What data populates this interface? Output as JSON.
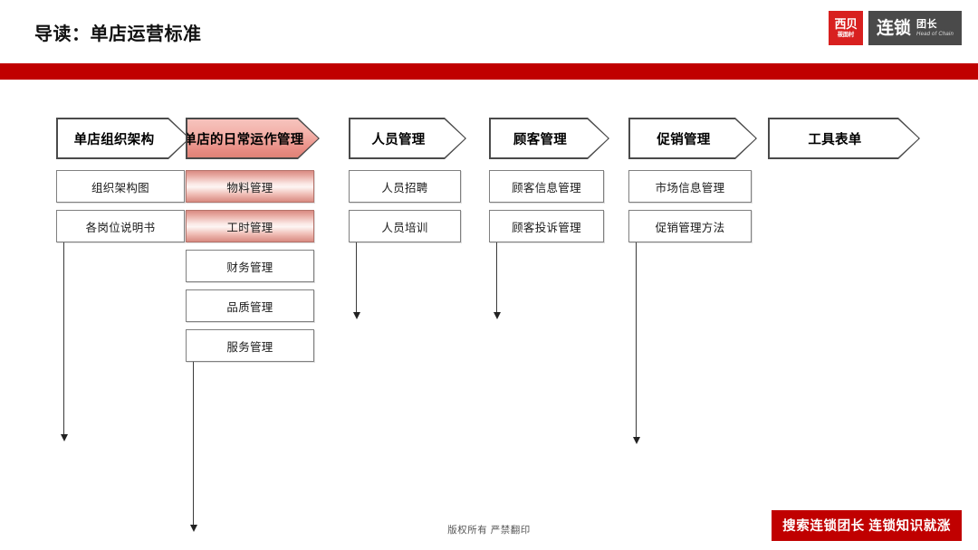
{
  "header": {
    "title": "导读：单店运营标准",
    "rule_color": "#c00000"
  },
  "logo": {
    "mark_top": "西贝",
    "mark_bottom": "莜面村",
    "word_main": "连锁",
    "word_side_cn": "团长",
    "word_side_en": "Head of Chain",
    "mark_color": "#d8201f",
    "word_bg_color": "#4a4a4a"
  },
  "flow": {
    "accent_color": "#e08276",
    "columns": [
      {
        "header": "单店组织架构",
        "accent": false,
        "items": [
          {
            "label": "组织架构图",
            "accent": false
          },
          {
            "label": "各岗位说明书",
            "accent": false
          }
        ]
      },
      {
        "header": "单店的日常运作管理",
        "accent": true,
        "items": [
          {
            "label": "物料管理",
            "accent": true
          },
          {
            "label": "工时管理",
            "accent": true
          },
          {
            "label": "财务管理",
            "accent": false
          },
          {
            "label": "品质管理",
            "accent": false
          },
          {
            "label": "服务管理",
            "accent": false
          }
        ]
      },
      {
        "header": "人员管理",
        "accent": false,
        "items": [
          {
            "label": "人员招聘",
            "accent": false
          },
          {
            "label": "人员培训",
            "accent": false
          }
        ]
      },
      {
        "header": "顾客管理",
        "accent": false,
        "items": [
          {
            "label": "顾客信息管理",
            "accent": false
          },
          {
            "label": "顾客投诉管理",
            "accent": false
          }
        ]
      },
      {
        "header": "促销管理",
        "accent": false,
        "items": [
          {
            "label": "市场信息管理",
            "accent": false
          },
          {
            "label": "促销管理方法",
            "accent": false
          }
        ]
      },
      {
        "header": "工具表单",
        "accent": false,
        "items": []
      }
    ]
  },
  "footer": {
    "copyright": "版权所有 严禁翻印",
    "banner": "搜索连锁团长 连锁知识就涨",
    "banner_color": "#c00000"
  }
}
